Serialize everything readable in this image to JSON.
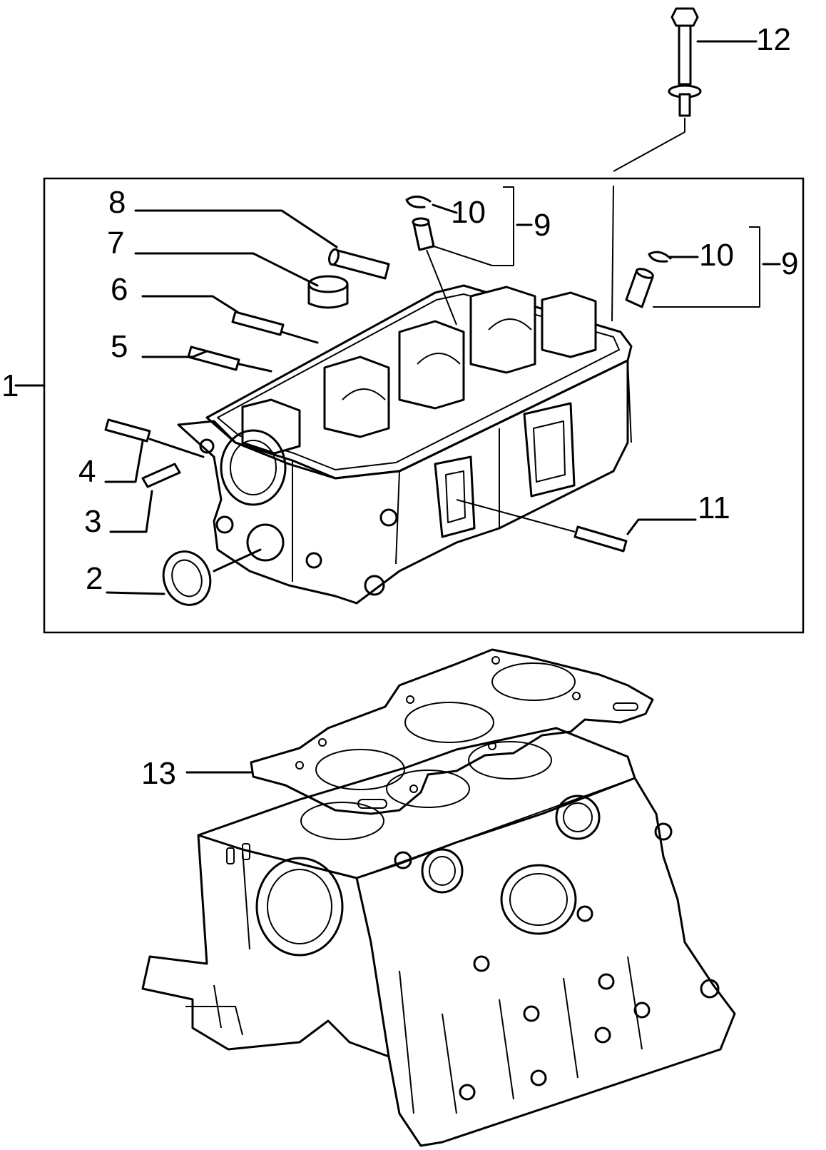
{
  "callouts": {
    "c1": "1",
    "c2": "2",
    "c3": "3",
    "c4": "4",
    "c5": "5",
    "c6": "6",
    "c7": "7",
    "c8": "8",
    "c9a": "9",
    "c9b": "9",
    "c10a": "10",
    "c10b": "10",
    "c11": "11",
    "c12": "12",
    "c13": "13"
  }
}
